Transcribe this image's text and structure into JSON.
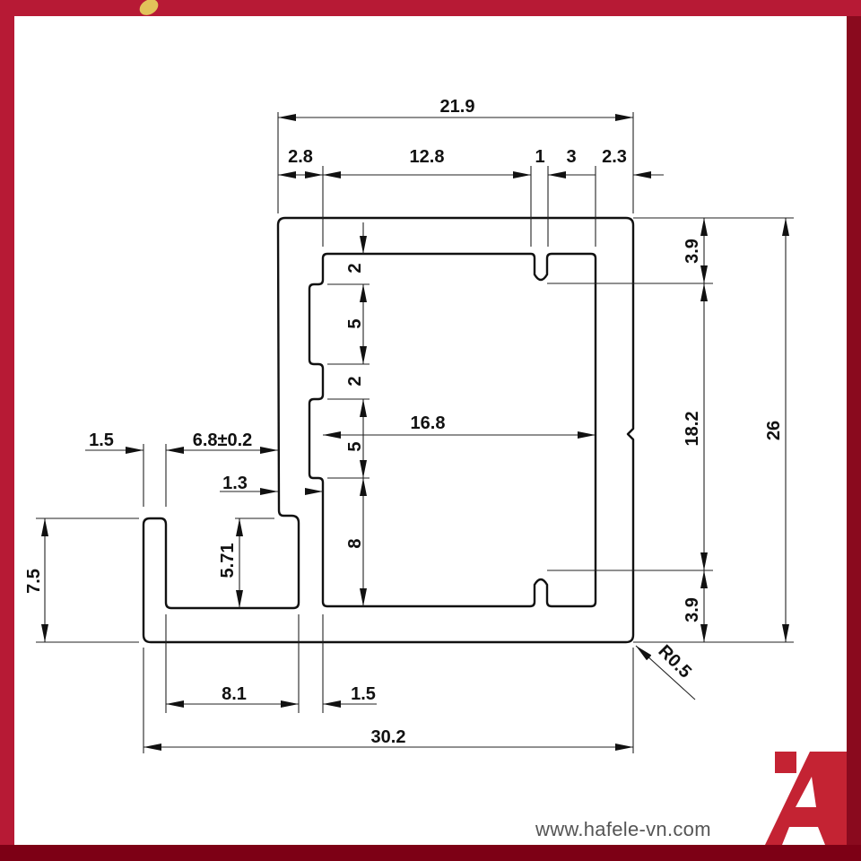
{
  "brand": {
    "website": "www.hafele-vn.com",
    "logo_text": "Ä",
    "accent": "#c42333",
    "frame_color": "#b71a35"
  },
  "dimensions": {
    "overall_top": "21.9",
    "top_2_8": "2.8",
    "top_12_8": "12.8",
    "top_1": "1",
    "top_3": "3",
    "top_2_3": "2.3",
    "right_3_9_top": "3.9",
    "right_18_2": "18.2",
    "right_3_9_bottom": "3.9",
    "right_26": "26",
    "inner_2_a": "2",
    "inner_5_a": "5",
    "inner_2_b": "2",
    "inner_5_b": "5",
    "inner_8": "8",
    "inner_width": "16.8",
    "flange_1_5": "1.5",
    "flange_gap": "6.8±0.2",
    "step_1_3": "1.3",
    "height_5_71": "5.71",
    "flange_height": "7.5",
    "bottom_8_1": "8.1",
    "bottom_1_5": "1.5",
    "overall_bottom": "30.2",
    "radius": "R0.5"
  }
}
